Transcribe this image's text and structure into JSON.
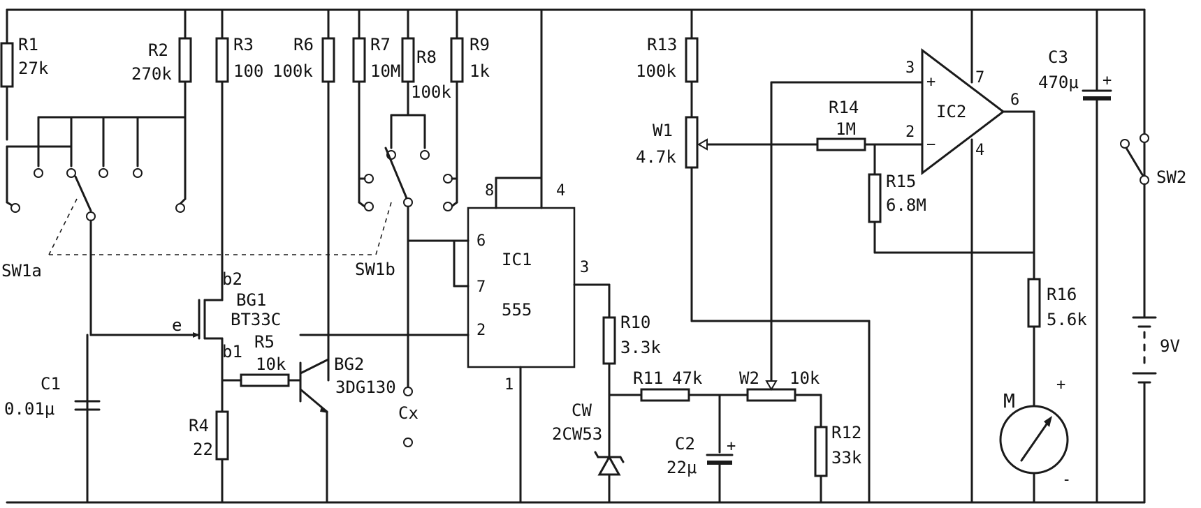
{
  "components": {
    "R1": {
      "ref": "R1",
      "value": "27k"
    },
    "R2": {
      "ref": "R2",
      "value": "270k"
    },
    "R3": {
      "ref": "R3",
      "value": "100"
    },
    "R4": {
      "ref": "R4",
      "value": "22"
    },
    "R5": {
      "ref": "R5",
      "value": "10k"
    },
    "R6": {
      "ref": "R6",
      "value": "100k"
    },
    "R7": {
      "ref": "R7",
      "value": "10M"
    },
    "R8": {
      "ref": "R8",
      "value": "100k"
    },
    "R9": {
      "ref": "R9",
      "value": "1k"
    },
    "R10": {
      "ref": "R10",
      "value": "3.3k"
    },
    "R11": {
      "ref": "R11",
      "value": "47k"
    },
    "R12": {
      "ref": "R12",
      "value": "33k"
    },
    "R13": {
      "ref": "R13",
      "value": "100k"
    },
    "R14": {
      "ref": "R14",
      "value": "1M"
    },
    "R15": {
      "ref": "R15",
      "value": "6.8M"
    },
    "R16": {
      "ref": "R16",
      "value": "5.6k"
    },
    "W1": {
      "ref": "W1",
      "value": "4.7k"
    },
    "W2": {
      "ref": "W2",
      "value": "10k"
    },
    "C1": {
      "ref": "C1",
      "value": "0.01μ"
    },
    "C2": {
      "ref": "C2",
      "value": "22μ"
    },
    "C3": {
      "ref": "C3",
      "value": "470μ"
    },
    "BG1": {
      "ref": "BG1",
      "value": "BT33C"
    },
    "BG2": {
      "ref": "BG2",
      "value": "3DG130"
    },
    "CW": {
      "ref": "CW",
      "value": "2CW53"
    },
    "IC1": {
      "ref": "IC1",
      "value": "555"
    },
    "IC2": {
      "ref": "IC2"
    },
    "SW1a": {
      "ref": "SW1a"
    },
    "SW1b": {
      "ref": "SW1b"
    },
    "SW2": {
      "ref": "SW2"
    },
    "Cx": {
      "ref": "Cx"
    },
    "M": {
      "ref": "M"
    },
    "battery": {
      "value": "9V"
    }
  },
  "pins": {
    "ic1": {
      "p8": "8",
      "p4": "4",
      "p6": "6",
      "p7": "7",
      "p2": "2",
      "p3": "3",
      "p1": "1"
    },
    "ic2": {
      "p3": "3",
      "p2": "2",
      "p7": "7",
      "p6": "6",
      "p4": "4",
      "plus": "+",
      "minus": "−"
    },
    "bg1": {
      "b2": "b2",
      "b1": "b1",
      "e": "e"
    },
    "polarity": {
      "plus": "+",
      "minus": "-"
    }
  }
}
